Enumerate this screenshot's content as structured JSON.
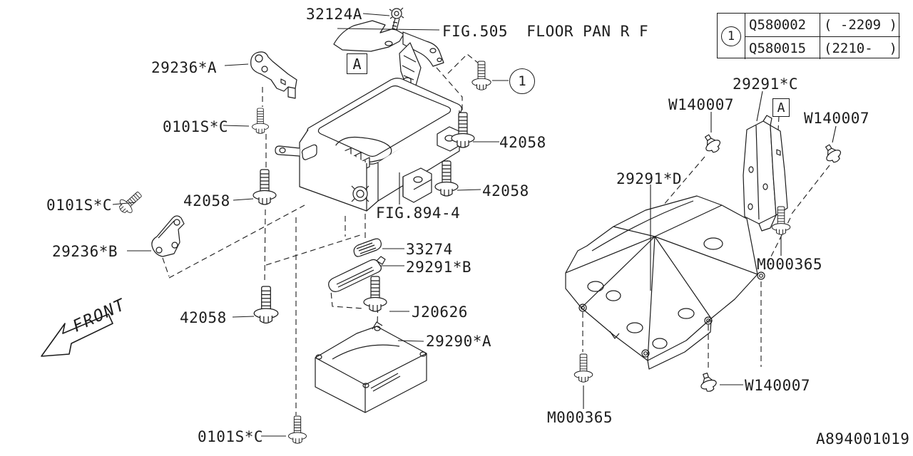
{
  "figure": {
    "drawing_number": "A894001019",
    "front_label": "FRONT",
    "detail_marker": "A",
    "callout": "1",
    "fig_refs": {
      "floor_pan": "FIG.505  FLOOR PAN R F",
      "unit": "FIG.894-4"
    },
    "legend": {
      "callout": "1",
      "rows": [
        {
          "part_no": "Q580002",
          "range": "( -2209 )"
        },
        {
          "part_no": "Q580015",
          "range": "(2210-  )"
        }
      ]
    },
    "labels": [
      {
        "id": "32124A",
        "text": "32124A"
      },
      {
        "id": "29236-A",
        "text": "29236*A"
      },
      {
        "id": "0101S-C-1",
        "text": "0101S*C"
      },
      {
        "id": "42058-1",
        "text": "42058"
      },
      {
        "id": "0101S-C-2",
        "text": "0101S*C"
      },
      {
        "id": "29236-B",
        "text": "29236*B"
      },
      {
        "id": "42058-2",
        "text": "42058"
      },
      {
        "id": "42058-3",
        "text": "42058"
      },
      {
        "id": "42058-4",
        "text": "42058"
      },
      {
        "id": "33274",
        "text": "33274"
      },
      {
        "id": "29291-B",
        "text": "29291*B"
      },
      {
        "id": "J20626",
        "text": "J20626"
      },
      {
        "id": "29290-A",
        "text": "29290*A"
      },
      {
        "id": "0101S-C-3",
        "text": "0101S*C"
      },
      {
        "id": "W140007-1",
        "text": "W140007"
      },
      {
        "id": "29291-C",
        "text": "29291*C"
      },
      {
        "id": "W140007-2",
        "text": "W140007"
      },
      {
        "id": "29291-D",
        "text": "29291*D"
      },
      {
        "id": "M000365-1",
        "text": "M000365"
      },
      {
        "id": "M000365-2",
        "text": "M000365"
      },
      {
        "id": "W140007-3",
        "text": "W140007"
      }
    ]
  }
}
